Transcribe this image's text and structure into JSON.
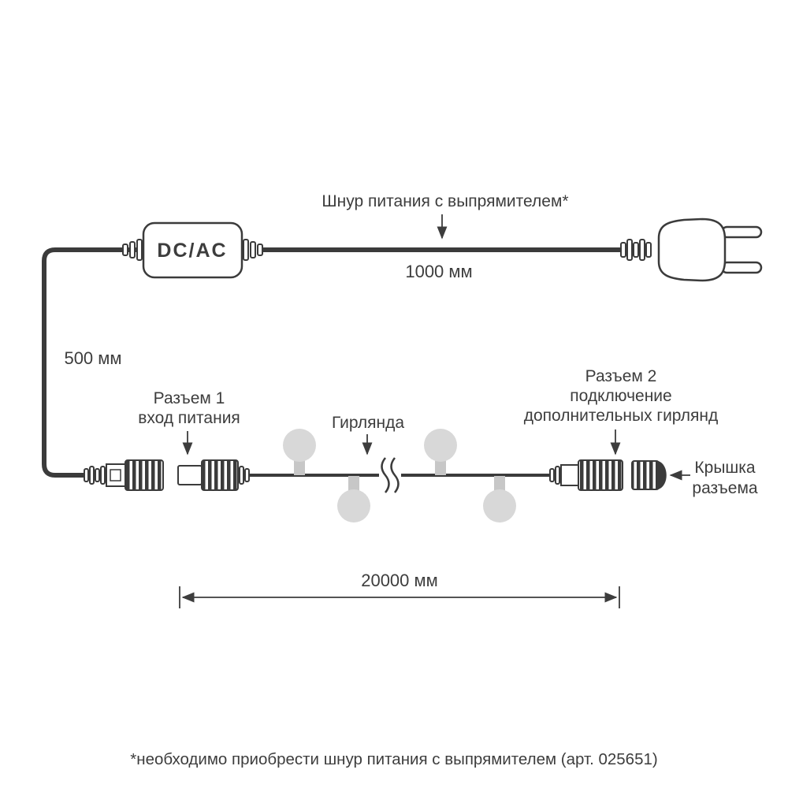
{
  "diagram": {
    "converter": "DC/AC",
    "labels": {
      "power_cord": "Шнур питания с выпрямителем*",
      "power_cord_length": "1000 мм",
      "input_cable_length": "500 мм",
      "connector1_line1": "Разъем 1",
      "connector1_line2": "вход питания",
      "garland": "Гирлянда",
      "connector2_line1": "Разъем 2",
      "connector2_line2": "подключение",
      "connector2_line3": "дополнительных гирлянд",
      "cap_line1": "Крышка",
      "cap_line2": "разъема",
      "garland_length": "20000 мм"
    },
    "footnote": "*необходимо приобрести шнур питания с выпрямителем (арт. 025651)",
    "colors": {
      "line": "#3b3b3b",
      "text": "#3d3d3d",
      "bulb": "#d8d8d8",
      "bulb_base": "#c7c7c7"
    }
  }
}
